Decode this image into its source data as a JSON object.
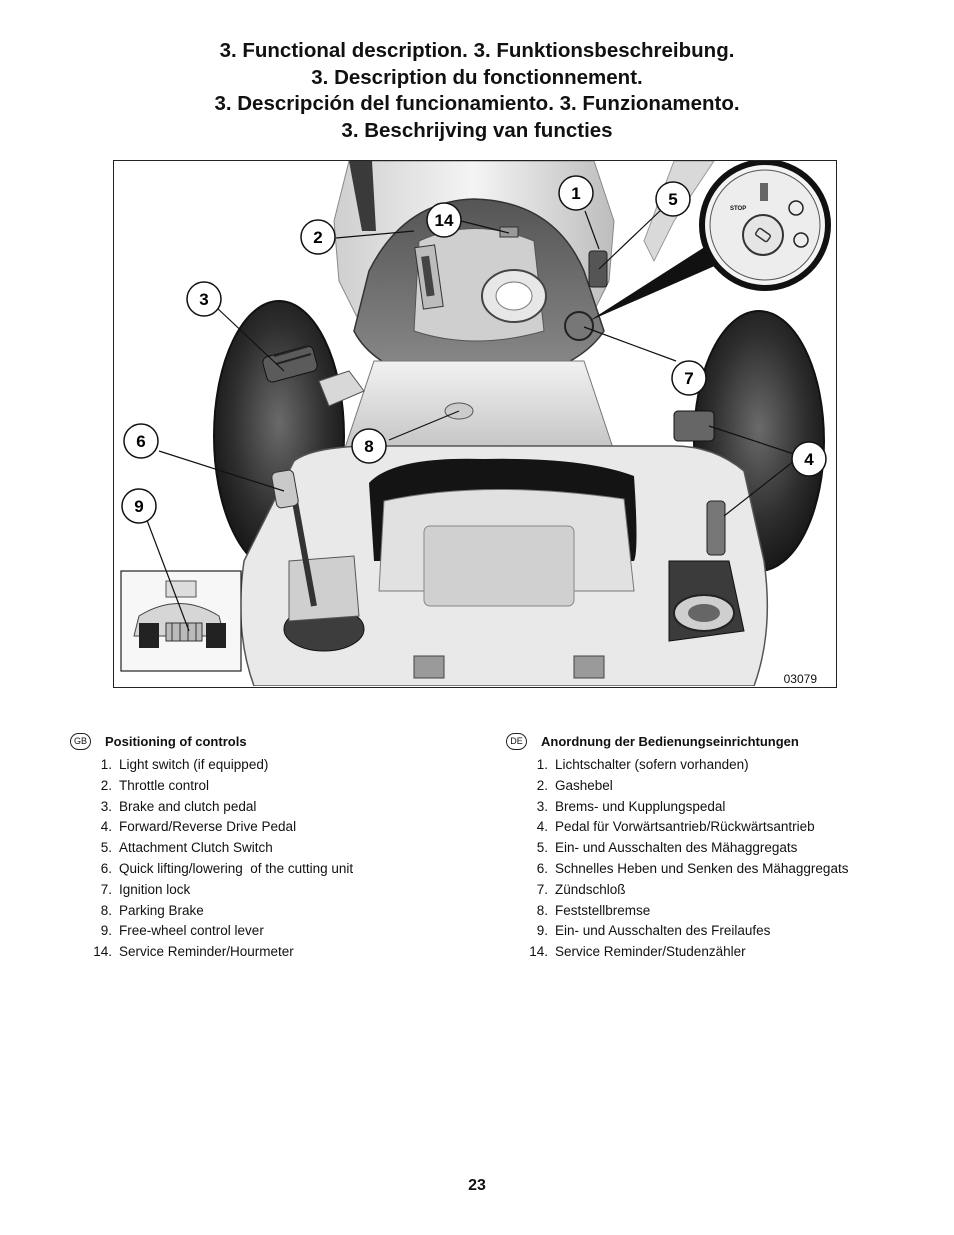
{
  "title_lines": [
    "3. Functional description.   3. Funktionsbeschreibung.",
    "3. Description du fonctionnement.",
    "3. Descripción del funcionamiento.   3. Funzionamento.",
    "3. Beschrijving van functies"
  ],
  "figure": {
    "code": "03079",
    "callouts": [
      "1",
      "2",
      "3",
      "4",
      "5",
      "6",
      "7",
      "8",
      "9",
      "14"
    ],
    "ignition_labels": {
      "stop": "STOP"
    }
  },
  "gb": {
    "badge": "GB",
    "heading": "Positioning of controls",
    "items": [
      {
        "num": "1.",
        "text": "Light switch (if equipped)"
      },
      {
        "num": "2.",
        "text": "Throttle control"
      },
      {
        "num": "3.",
        "text": "Brake and clutch pedal"
      },
      {
        "num": "4.",
        "text": "Forward/Reverse Drive Pedal"
      },
      {
        "num": "5.",
        "text": "Attachment Clutch Switch"
      },
      {
        "num": "6.",
        "text": "Quick lifting/lowering  of the cutting unit"
      },
      {
        "num": "7.",
        "text": "Ignition lock"
      },
      {
        "num": "8.",
        "text": "Parking Brake"
      },
      {
        "num": "9.",
        "text": "Free-wheel control lever"
      },
      {
        "num": "14.",
        "text": "Service Reminder/Hourmeter"
      }
    ]
  },
  "de": {
    "badge": "DE",
    "heading": "Anordnung der Bedienungseinrichtungen",
    "items": [
      {
        "num": "1.",
        "text": "Lichtschalter (sofern vorhanden)"
      },
      {
        "num": "2.",
        "text": "Gashebel"
      },
      {
        "num": "3.",
        "text": "Brems- und Kupplungspedal"
      },
      {
        "num": "4.",
        "text": "Pedal für Vorwärtsantrieb/Rückwärtsantrieb"
      },
      {
        "num": "5.",
        "text": "Ein- und Ausschalten des Mähaggregats"
      },
      {
        "num": "6.",
        "text": "Schnelles Heben und Senken des Mähaggregats"
      },
      {
        "num": "7.",
        "text": "Zündschloß"
      },
      {
        "num": "8.",
        "text": "Feststellbremse"
      },
      {
        "num": "9.",
        "text": "Ein- und Ausschalten des Freilaufes"
      },
      {
        "num": "14.",
        "text": "Service Reminder/Studenzähler"
      }
    ]
  },
  "page_number": "23"
}
